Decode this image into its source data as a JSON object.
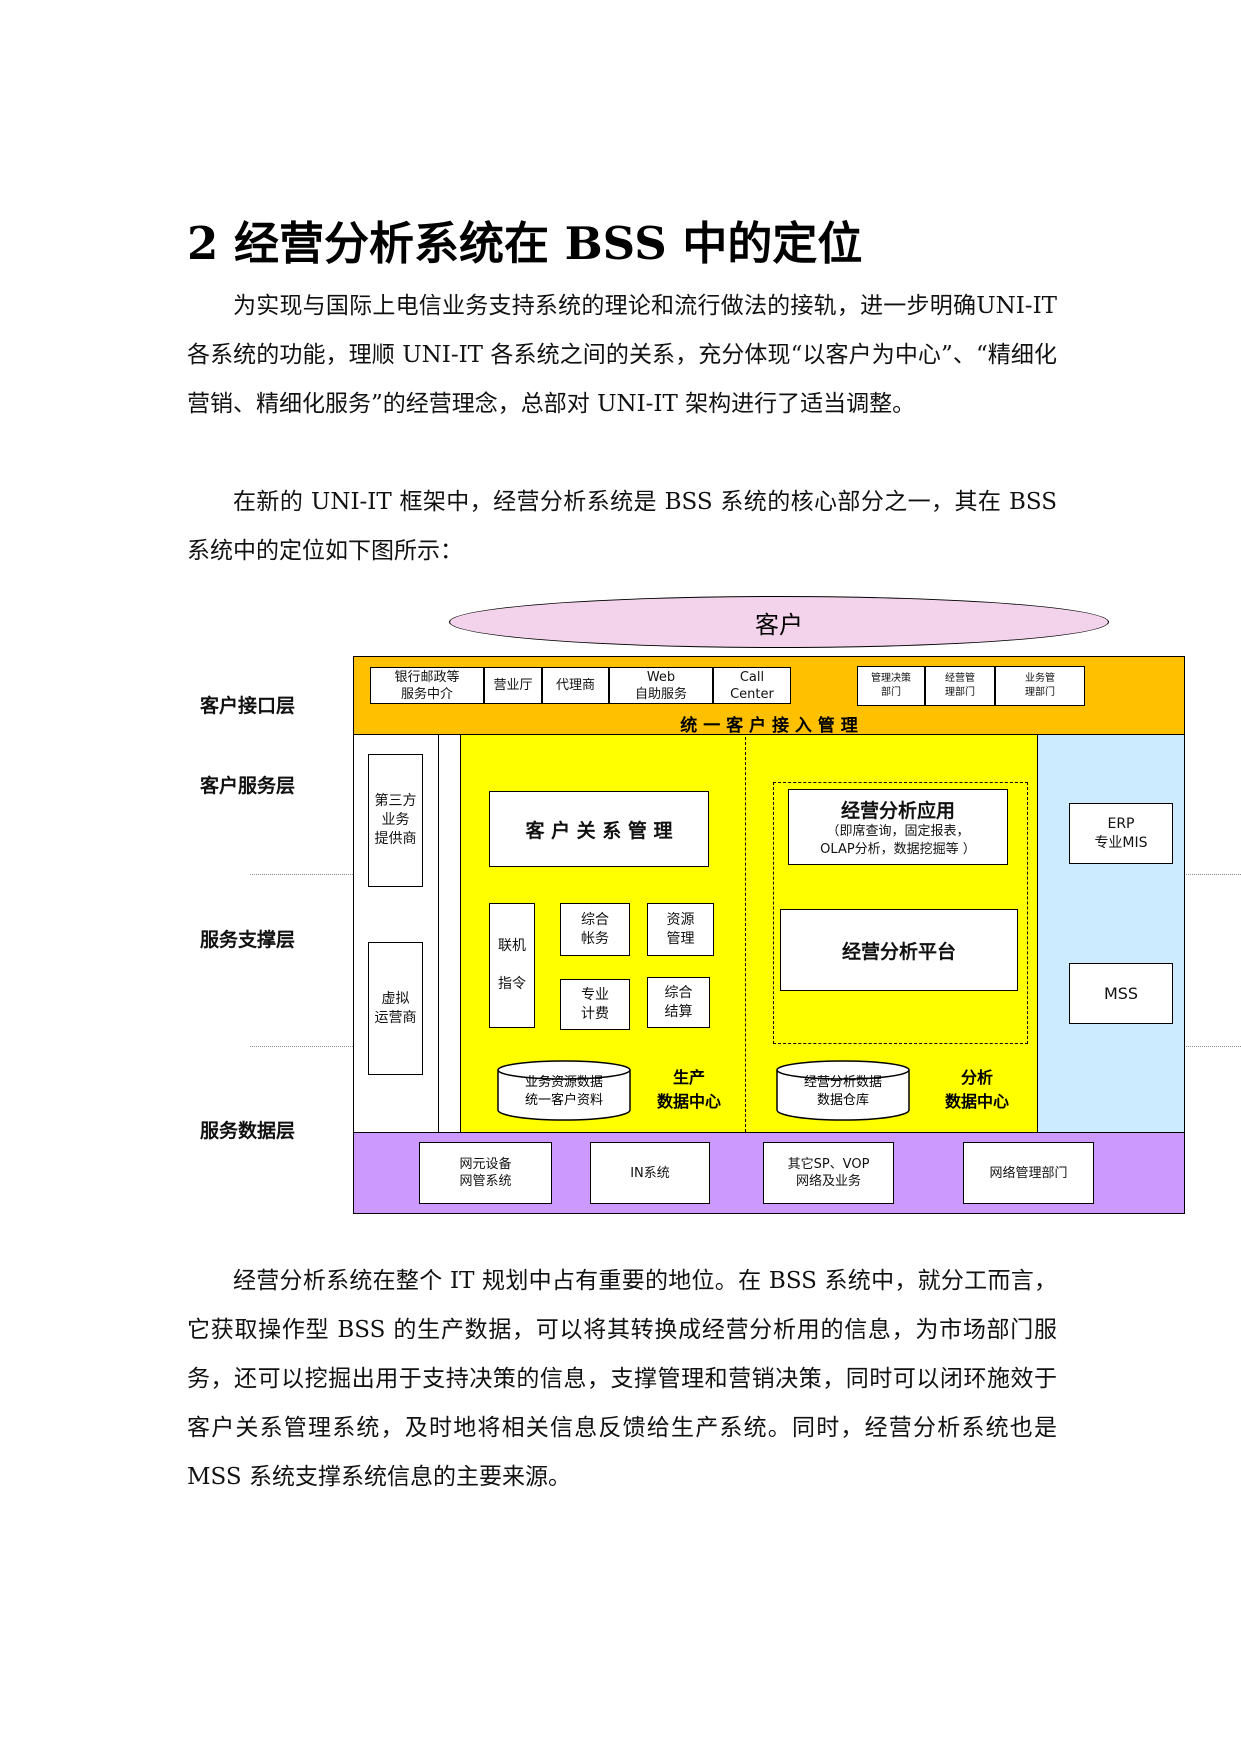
{
  "heading": "2  经营分析系统在 BSS 中的定位",
  "paragraphs": {
    "p1": "为实现与国际上电信业务支持系统的理论和流行做法的接轨，进一步明确UNI-IT 各系统的功能，理顺 UNI-IT 各系统之间的关系，充分体现“以客户为中心”、“精细化营销、精细化服务”的经营理念，总部对 UNI-IT 架构进行了适当调整。",
    "p2": "在新的 UNI-IT 框架中，经营分析系统是 BSS 系统的核心部分之一，其在 BSS 系统中的定位如下图所示：",
    "p3": "经营分析系统在整个 IT 规划中占有重要的地位。在 BSS 系统中，就分工而言，它获取操作型 BSS 的生产数据，可以将其转换成经营分析用的信息，为市场部门服务，还可以挖掘出用于支持决策的信息，支撑管理和营销决策，同时可以闭环施效于客户关系管理系统，及时地将相关信息反馈给生产系统。同时，经营分析系统也是 MSS 系统支撑系统信息的主要来源。"
  },
  "diagram": {
    "customer": "客户",
    "layers": {
      "interface": "客户接口层",
      "service": "客户服务层",
      "support": "服务支撑层",
      "data": "服务数据层"
    },
    "channels": [
      "银行邮政等\n服务中介",
      "营业厅",
      "代理商",
      "Web\n自助服务",
      "Call\nCenter"
    ],
    "departments": [
      "管理决策\n部门",
      "经营管\n理部门",
      "业务管\n理部门"
    ],
    "unified_access": "统 一 客 户 接 入 管 理",
    "third_party": "第三方\n业务\n提供商",
    "virtual_operator": "虚拟\n运营商",
    "crm": "客 户 关 系 管 理",
    "online_command": "联机\n\n指令",
    "billing": "综合\n帐务",
    "resource": "资源\n管理",
    "pro_billing": "专业\n计费",
    "settlement": "综合\n结算",
    "analysis_app_title": "经营分析应用",
    "analysis_app_desc": "（即席查询，固定报表，\nOLAP分析，数据挖掘等 ）",
    "analysis_platform": "经营分析平台",
    "prod_db": "业务资源数据\n统一客户资料",
    "prod_center": "生产\n数据中心",
    "analysis_db": "经营分析数据\n数据仓库",
    "analysis_center": "分析\n数据中心",
    "erp": "ERP\n专业MIS",
    "mss": "MSS",
    "network": [
      "网元设备\n网管系统",
      "IN系统",
      "其它SP、VOP\n网络及业务",
      "网络管理部门"
    ],
    "colors": {
      "orange": "#FFC000",
      "yellow": "#FFFF00",
      "light_blue": "#CCEBFF",
      "purple": "#CC99FF",
      "ellipse": "#F3D3EC"
    }
  }
}
